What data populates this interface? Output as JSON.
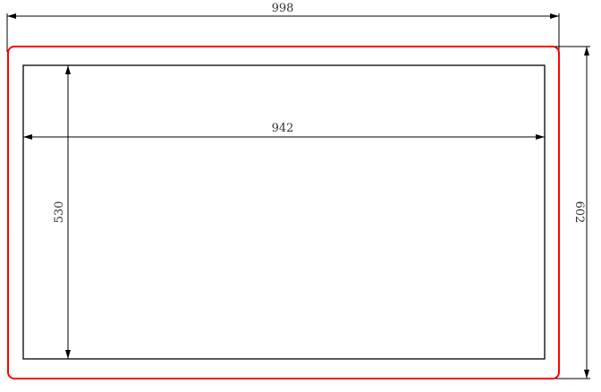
{
  "dimensions": {
    "outer_width": "998",
    "inner_width": "942",
    "inner_height": "530",
    "outer_height": "602"
  },
  "colors": {
    "outline": "#ff0000",
    "line": "#000000"
  }
}
